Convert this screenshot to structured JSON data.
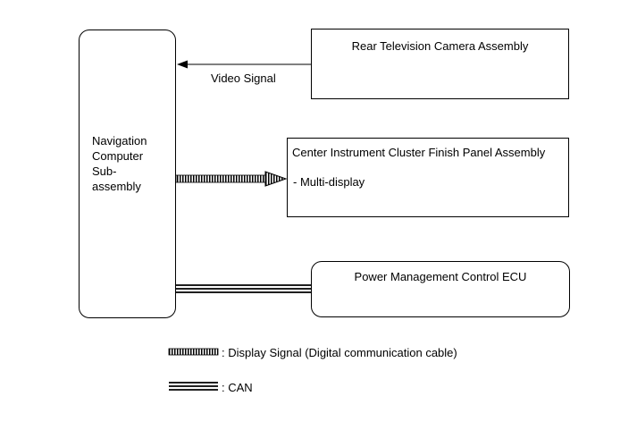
{
  "nodes": {
    "nav": {
      "label_lines": [
        "Navigation",
        "Computer",
        "Sub-",
        "assembly"
      ]
    },
    "camera": {
      "label": "Rear Television Camera Assembly"
    },
    "cluster": {
      "label": "Center Instrument Cluster Finish Panel Assembly",
      "sublabel": "- Multi-display"
    },
    "power": {
      "label": "Power Management Control ECU"
    }
  },
  "connections": {
    "video": {
      "label": "Video Signal"
    }
  },
  "legend": {
    "display": ": Display Signal (Digital communication cable)",
    "can": ": CAN"
  }
}
